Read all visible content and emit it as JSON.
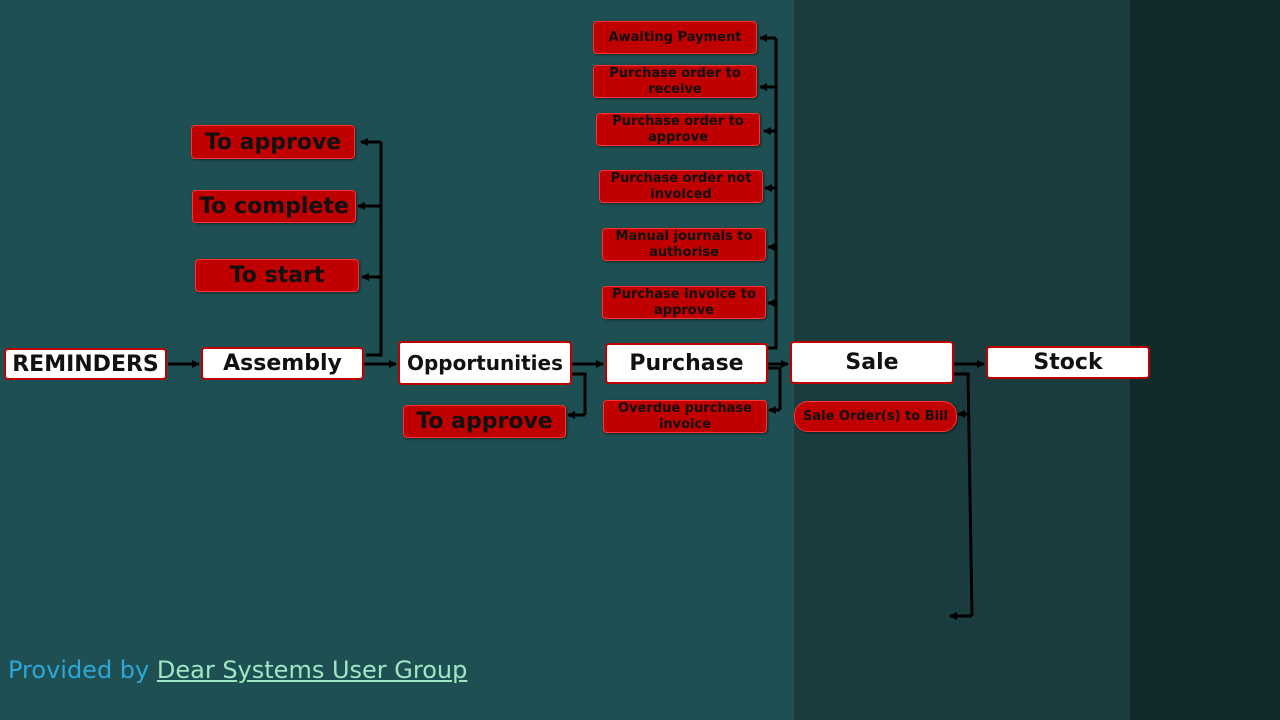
{
  "main_nodes": {
    "reminders": "REMINDERS",
    "assembly": "Assembly",
    "opportunities": "Opportunities",
    "purchase": "Purchase",
    "sale": "Sale",
    "stock": "Stock"
  },
  "assembly_items": [
    "To approve",
    "To complete",
    "To start"
  ],
  "opportunities_items": [
    "To approve"
  ],
  "purchase_items": [
    "Awaiting Payment",
    "Purchase order to receive",
    "Purchase order to approve",
    "Purchase order not invoiced",
    "Manual journals to authorise",
    "Purchase invoice to approve",
    "Overdue purchase invoice"
  ],
  "sale_items": [
    "Sale Order(s) to Bill"
  ],
  "footer": {
    "prefix": "Provided by ",
    "link_text": "Dear Systems User Group"
  },
  "colors": {
    "background_left": "#1e4f52",
    "background_mid": "#1b3c3e",
    "background_right": "#112a2b",
    "red_box": "#c00000",
    "white_box": "#ffffff",
    "footer_text": "#2fa6d8",
    "footer_link": "#9fe6c4"
  }
}
